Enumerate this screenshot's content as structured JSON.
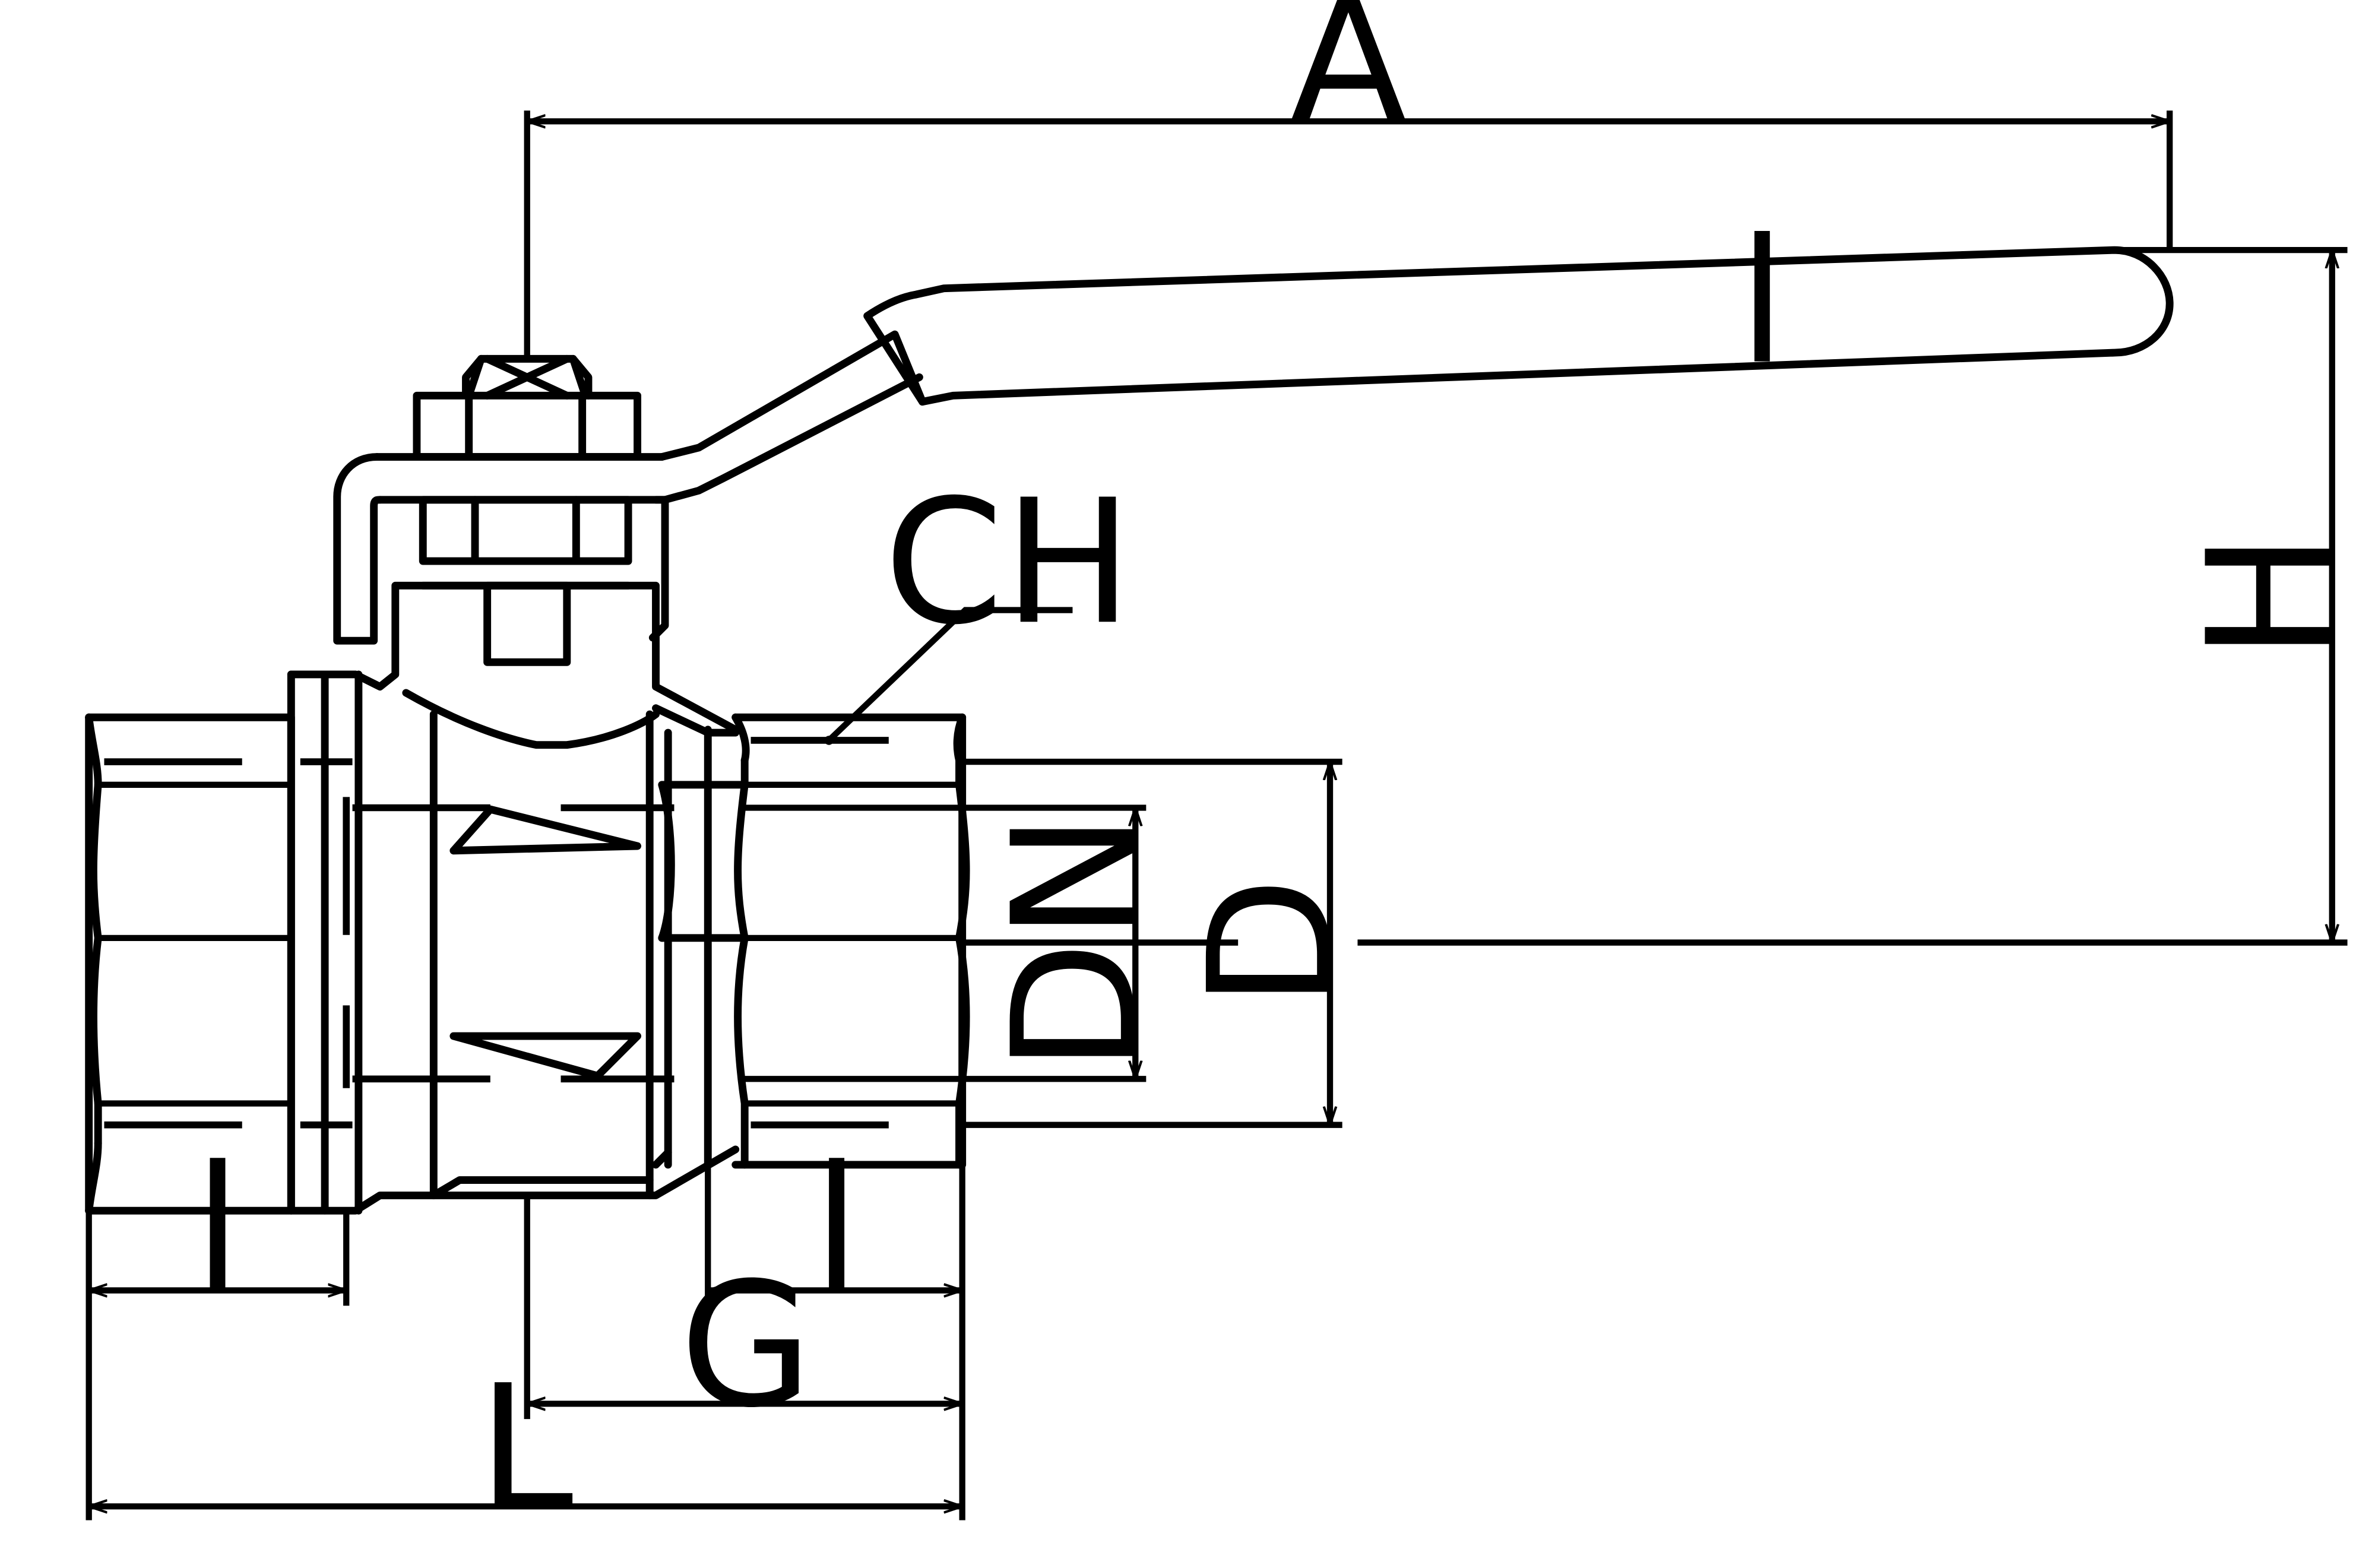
{
  "labels": {
    "A": "A",
    "H": "H",
    "CH": "CH",
    "DN": "DN",
    "D": "D",
    "G": "G",
    "L": "L",
    "l_left": "l",
    "l_right": "l",
    "l_handle": "l"
  },
  "colors": {
    "line": "#000000",
    "background": "#ffffff"
  }
}
